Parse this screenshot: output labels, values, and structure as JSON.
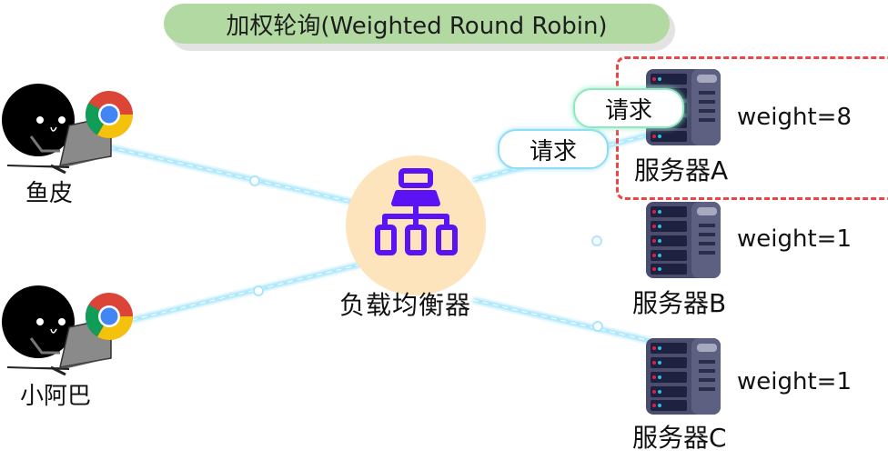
{
  "title": "加权轮询(Weighted Round Robin)",
  "clients": [
    {
      "name": "鱼皮",
      "icon": "chrome-icon"
    },
    {
      "name": "小阿巴",
      "icon": "chrome-icon"
    }
  ],
  "load_balancer": {
    "label": "负载均衡器",
    "icon": "sitemap-icon",
    "icon_color": "#5b12f5",
    "bg_color": "#fde4bc"
  },
  "servers": [
    {
      "label": "服务器A",
      "weight_text": "weight=8",
      "highlighted": true
    },
    {
      "label": "服务器B",
      "weight_text": "weight=1",
      "highlighted": false
    },
    {
      "label": "服务器C",
      "weight_text": "weight=1",
      "highlighted": false
    }
  ],
  "requests": [
    {
      "label": "请求",
      "style": "blue"
    },
    {
      "label": "请求",
      "style": "green"
    }
  ],
  "colors": {
    "title_bg": "#b3d9a3",
    "link": "#a8e6fb",
    "highlight": "#ee4444"
  }
}
